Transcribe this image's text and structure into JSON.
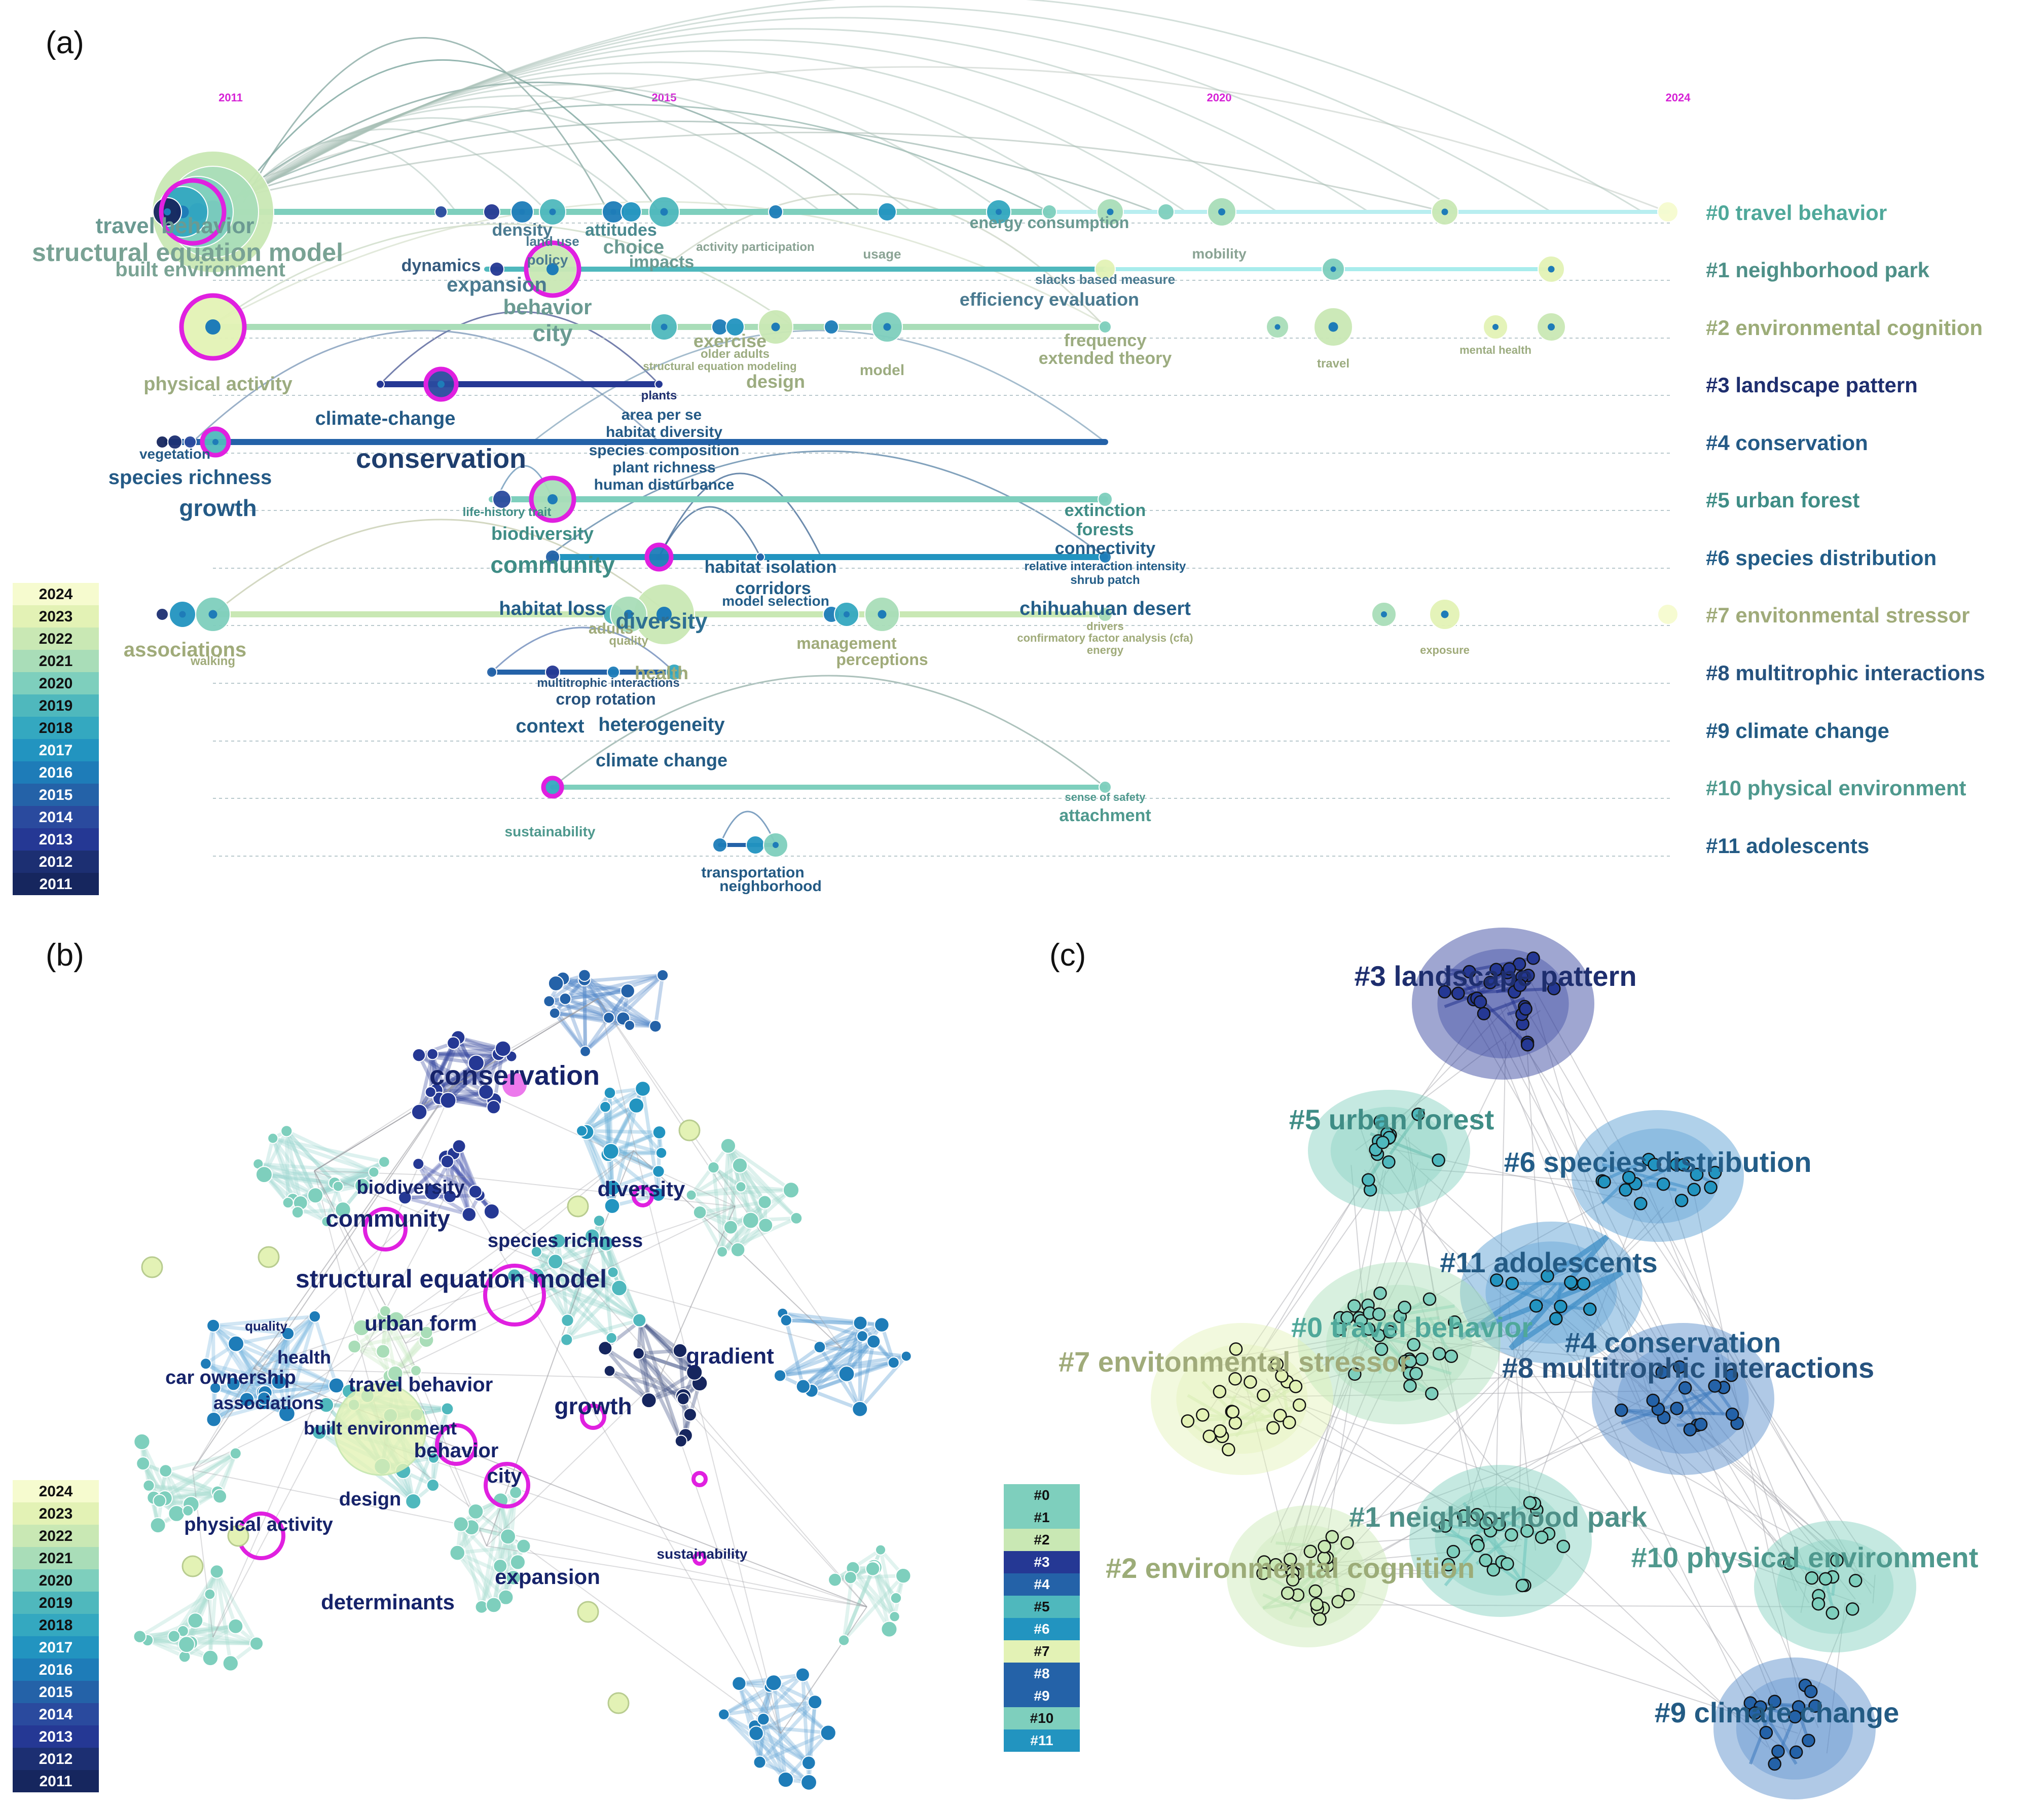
{
  "panels": {
    "a": "(a)",
    "b": "(b)",
    "c": "(c)"
  },
  "colors": {
    "2011": "#16265e",
    "2012": "#1c2f72",
    "2013": "#253894",
    "2014": "#2a4a9e",
    "2015": "#2462a8",
    "2016": "#1e7cb8",
    "2017": "#2294c0",
    "2018": "#34a8c0",
    "2019": "#4fb8bd",
    "2020": "#7ecfbd",
    "2021": "#a9ddb8",
    "2022": "#c9e8b4",
    "2023": "#e3f2b5",
    "2024": "#f6fbcf",
    "highlight_ring": "#e020e0"
  },
  "timeline": {
    "years_top": [
      "2011",
      "2015",
      "2020",
      "2024"
    ],
    "legend_years": [
      "2024",
      "2023",
      "2022",
      "2021",
      "2020",
      "2019",
      "2018",
      "2017",
      "2016",
      "2015",
      "2014",
      "2013",
      "2012",
      "2011"
    ],
    "clusters": [
      {
        "label": "#0 travel behavior",
        "color": "#4fa89a"
      },
      {
        "label": "#1 neighborhood park",
        "color": "#4e9088"
      },
      {
        "label": "#2 environmental cognition",
        "color": "#9cac78"
      },
      {
        "label": "#3 landscape pattern",
        "color": "#1e2e6e"
      },
      {
        "label": "#4 conservation",
        "color": "#245a86"
      },
      {
        "label": "#5 urban forest",
        "color": "#3f8d86"
      },
      {
        "label": "#6 species distribution",
        "color": "#235d88"
      },
      {
        "label": "#7 envitonmental stressor",
        "color": "#a0ab7a"
      },
      {
        "label": "#8 multitrophic interactions",
        "color": "#26527e"
      },
      {
        "label": "#9 climate change",
        "color": "#235b84"
      },
      {
        "label": "#10 physical environment",
        "color": "#4f998e"
      },
      {
        "label": "#11 adolescents",
        "color": "#235a84"
      }
    ],
    "keywords": [
      {
        "t": "travel behavior",
        "s": 44,
        "c": "#6b9a92"
      },
      {
        "t": "structural equation model",
        "s": 50,
        "c": "#79a294"
      },
      {
        "t": "built environment",
        "s": 40,
        "c": "#7aa394"
      },
      {
        "t": "density",
        "s": 34,
        "c": "#4a7a90"
      },
      {
        "t": "land use",
        "s": 26,
        "c": "#4a7a90"
      },
      {
        "t": "attitudes",
        "s": 34,
        "c": "#4a8a90"
      },
      {
        "t": "choice",
        "s": 38,
        "c": "#6a9a92"
      },
      {
        "t": "impacts",
        "s": 34,
        "c": "#6a9a92"
      },
      {
        "t": "activity participation",
        "s": 24,
        "c": "#8aa394"
      },
      {
        "t": "usage",
        "s": 26,
        "c": "#8aa394"
      },
      {
        "t": "energy consumption",
        "s": 32,
        "c": "#6a9a92"
      },
      {
        "t": "mobility",
        "s": 28,
        "c": "#8aa394"
      },
      {
        "t": "dynamics",
        "s": 34,
        "c": "#355a7e"
      },
      {
        "t": "policy",
        "s": 28,
        "c": "#4a7a90"
      },
      {
        "t": "expansion",
        "s": 40,
        "c": "#4a7a90"
      },
      {
        "t": "slacks based measure",
        "s": 26,
        "c": "#4a7a90"
      },
      {
        "t": "efficiency evaluation",
        "s": 36,
        "c": "#4a7a90"
      },
      {
        "t": "behavior",
        "s": 42,
        "c": "#6a9a92"
      },
      {
        "t": "city",
        "s": 46,
        "c": "#6a9a92"
      },
      {
        "t": "exercise",
        "s": 36,
        "c": "#9cac80"
      },
      {
        "t": "older adults",
        "s": 24,
        "c": "#9cac80"
      },
      {
        "t": "structural equation modeling",
        "s": 22,
        "c": "#9cac80"
      },
      {
        "t": "design",
        "s": 36,
        "c": "#9cac80"
      },
      {
        "t": "model",
        "s": 30,
        "c": "#9cac80"
      },
      {
        "t": "frequency",
        "s": 34,
        "c": "#9cac80"
      },
      {
        "t": "extended theory",
        "s": 34,
        "c": "#9cac80"
      },
      {
        "t": "travel",
        "s": 24,
        "c": "#9cac80"
      },
      {
        "t": "mental health",
        "s": 22,
        "c": "#9cac80"
      },
      {
        "t": "physical activity",
        "s": 38,
        "c": "#9cac80"
      },
      {
        "t": "plants",
        "s": 24,
        "c": "#1e2e6e"
      },
      {
        "t": "climate-change",
        "s": 38,
        "c": "#245a86"
      },
      {
        "t": "area per se",
        "s": 30,
        "c": "#245a86"
      },
      {
        "t": "habitat diversity",
        "s": 30,
        "c": "#245a86"
      },
      {
        "t": "species composition",
        "s": 30,
        "c": "#245a86"
      },
      {
        "t": "plant richness",
        "s": 30,
        "c": "#245a86"
      },
      {
        "t": "human disturbance",
        "s": 30,
        "c": "#245a86"
      },
      {
        "t": "vegetation",
        "s": 28,
        "c": "#245a86"
      },
      {
        "t": "species richness",
        "s": 40,
        "c": "#245a86"
      },
      {
        "t": "conservation",
        "s": 54,
        "c": "#1e3e6e"
      },
      {
        "t": "growth",
        "s": 46,
        "c": "#245a86"
      },
      {
        "t": "life-history trait",
        "s": 24,
        "c": "#3f8d86"
      },
      {
        "t": "biodiversity",
        "s": 36,
        "c": "#3f8d86"
      },
      {
        "t": "extinction",
        "s": 34,
        "c": "#3f8d86"
      },
      {
        "t": "forests",
        "s": 34,
        "c": "#3f8d86"
      },
      {
        "t": "community",
        "s": 46,
        "c": "#3f8d86"
      },
      {
        "t": "habitat isolation",
        "s": 34,
        "c": "#235d88"
      },
      {
        "t": "corridors",
        "s": 34,
        "c": "#235d88"
      },
      {
        "t": "connectivity",
        "s": 34,
        "c": "#235d88"
      },
      {
        "t": "relative interaction intensity",
        "s": 24,
        "c": "#235d88"
      },
      {
        "t": "shrub patch",
        "s": 24,
        "c": "#235d88"
      },
      {
        "t": "model selection",
        "s": 28,
        "c": "#235d88"
      },
      {
        "t": "habitat loss",
        "s": 38,
        "c": "#235d88"
      },
      {
        "t": "adults",
        "s": 30,
        "c": "#a0ab7a"
      },
      {
        "t": "quality",
        "s": 24,
        "c": "#a0ab7a"
      },
      {
        "t": "diversity",
        "s": 44,
        "c": "#2d6e92"
      },
      {
        "t": "chihuahuan desert",
        "s": 38,
        "c": "#235d88"
      },
      {
        "t": "drivers",
        "s": 22,
        "c": "#a0ab7a"
      },
      {
        "t": "confirmatory factor analysis (cfa)",
        "s": 22,
        "c": "#a0ab7a"
      },
      {
        "t": "energy",
        "s": 22,
        "c": "#a0ab7a"
      },
      {
        "t": "exposure",
        "s": 22,
        "c": "#a0ab7a"
      },
      {
        "t": "associations",
        "s": 40,
        "c": "#a0ab7a"
      },
      {
        "t": "walking",
        "s": 24,
        "c": "#a0ab7a"
      },
      {
        "t": "management",
        "s": 32,
        "c": "#a0ab7a"
      },
      {
        "t": "perceptions",
        "s": 32,
        "c": "#a0ab7a"
      },
      {
        "t": "health",
        "s": 36,
        "c": "#a0ab7a"
      },
      {
        "t": "multitrophic interactions",
        "s": 24,
        "c": "#26527e"
      },
      {
        "t": "crop rotation",
        "s": 32,
        "c": "#26527e"
      },
      {
        "t": "context",
        "s": 38,
        "c": "#235b84"
      },
      {
        "t": "heterogeneity",
        "s": 38,
        "c": "#235b84"
      },
      {
        "t": "climate change",
        "s": 36,
        "c": "#235b84"
      },
      {
        "t": "sense of safety",
        "s": 22,
        "c": "#4f998e"
      },
      {
        "t": "attachment",
        "s": 34,
        "c": "#4f998e"
      },
      {
        "t": "sustainability",
        "s": 28,
        "c": "#4f998e"
      },
      {
        "t": "transportation",
        "s": 30,
        "c": "#235a84"
      },
      {
        "t": "neighborhood",
        "s": 30,
        "c": "#235a84"
      }
    ]
  },
  "network_b": {
    "labels": [
      {
        "t": "conservation",
        "s": 54
      },
      {
        "t": "biodiversity",
        "s": 38
      },
      {
        "t": "diversity",
        "s": 42
      },
      {
        "t": "community",
        "s": 46
      },
      {
        "t": "species richness",
        "s": 38
      },
      {
        "t": "structural equation model",
        "s": 50
      },
      {
        "t": "urban form",
        "s": 42
      },
      {
        "t": "gradient",
        "s": 44
      },
      {
        "t": "quality",
        "s": 26
      },
      {
        "t": "health",
        "s": 36
      },
      {
        "t": "car ownership",
        "s": 38
      },
      {
        "t": "travel behavior",
        "s": 40
      },
      {
        "t": "associations",
        "s": 36
      },
      {
        "t": "built environment",
        "s": 36
      },
      {
        "t": "growth",
        "s": 46
      },
      {
        "t": "behavior",
        "s": 40
      },
      {
        "t": "city",
        "s": 40
      },
      {
        "t": "design",
        "s": 38
      },
      {
        "t": "physical activity",
        "s": 38
      },
      {
        "t": "sustainability",
        "s": 28
      },
      {
        "t": "expansion",
        "s": 42
      },
      {
        "t": "determinants",
        "s": 42
      }
    ],
    "legend_years": [
      "2024",
      "2023",
      "2022",
      "2021",
      "2020",
      "2019",
      "2018",
      "2017",
      "2016",
      "2015",
      "2014",
      "2013",
      "2012",
      "2011"
    ]
  },
  "cluster_c": {
    "labels": [
      {
        "t": "#3 landscape pattern",
        "c": "#1e2e6e"
      },
      {
        "t": "#5 urban forest",
        "c": "#3f8d86"
      },
      {
        "t": "#6 species distribution",
        "c": "#235d88"
      },
      {
        "t": "#11 adolescents",
        "c": "#235a84"
      },
      {
        "t": "#0 travel behavior",
        "c": "#4fa89a"
      },
      {
        "t": "#7 envitonmental stressor",
        "c": "#a0ab7a"
      },
      {
        "t": "#4 conservation",
        "c": "#245a86"
      },
      {
        "t": "#8 multitrophic interactions",
        "c": "#26527e"
      },
      {
        "t": "#1 neighborhood park",
        "c": "#4e9088"
      },
      {
        "t": "#2 environmental cognition",
        "c": "#9cac78"
      },
      {
        "t": "#10 physical environment",
        "c": "#4f998e"
      },
      {
        "t": "#9 climate change",
        "c": "#235b84"
      }
    ],
    "legend": [
      {
        "t": "#0",
        "c": "#7ecfbd"
      },
      {
        "t": "#1",
        "c": "#7ecfbd"
      },
      {
        "t": "#2",
        "c": "#c9e8b4"
      },
      {
        "t": "#3",
        "c": "#253894"
      },
      {
        "t": "#4",
        "c": "#2462a8"
      },
      {
        "t": "#5",
        "c": "#4fb8bd"
      },
      {
        "t": "#6",
        "c": "#2294c0"
      },
      {
        "t": "#7",
        "c": "#e3f2b5"
      },
      {
        "t": "#8",
        "c": "#2462a8"
      },
      {
        "t": "#9",
        "c": "#2462a8"
      },
      {
        "t": "#10",
        "c": "#7ecfbd"
      },
      {
        "t": "#11",
        "c": "#2294c0"
      }
    ]
  }
}
